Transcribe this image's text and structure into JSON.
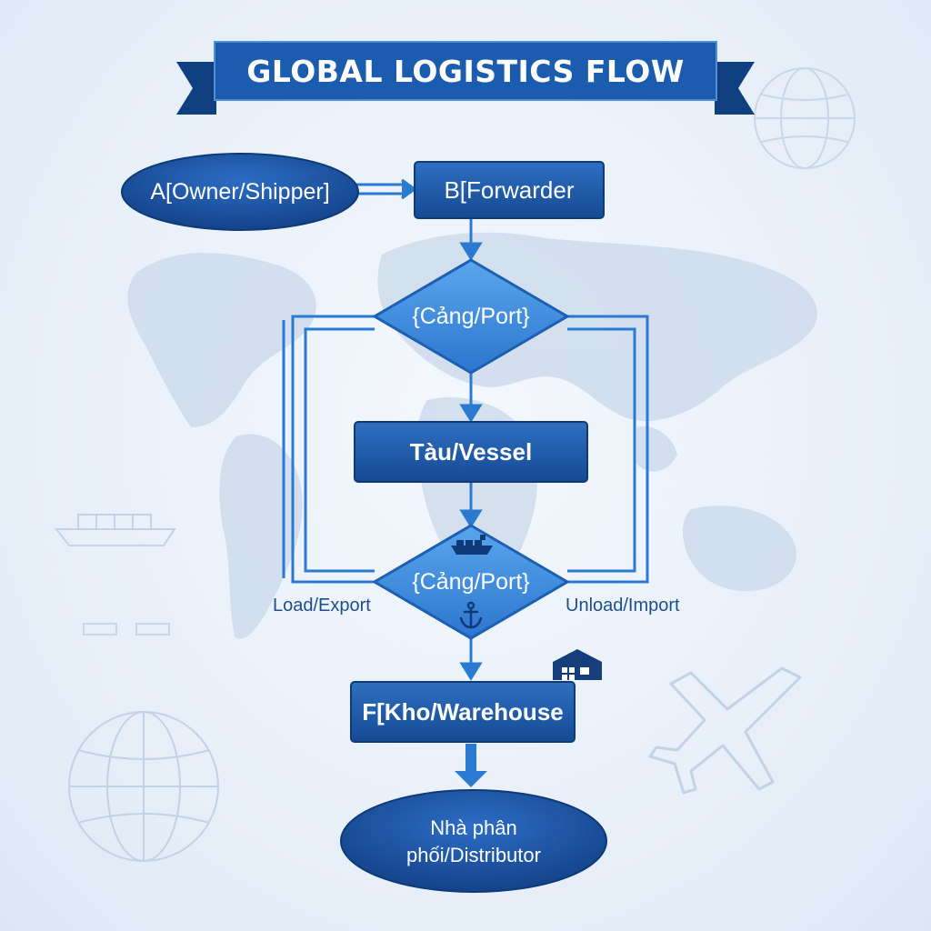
{
  "title": "GLOBAL LOGISTICS FLOW",
  "nodes": {
    "owner": "A[Owner/Shipper]",
    "forwarder": "B[Forwarder",
    "port_top": "{Cảng/Port}",
    "vessel": "Tàu/Vessel",
    "port_bottom": "{Cảng/Port}",
    "warehouse": "F[Kho/Warehouse",
    "distributor_line1": "Nhà phân",
    "distributor_line2": "phối/Distributor"
  },
  "edge_labels": {
    "left": "Load/Export",
    "right": "Unload/Import"
  },
  "colors": {
    "banner": "#1c5cae",
    "banner_dark": "#0f3f80",
    "node_fill": "#1a5aab",
    "node_dark": "#124487",
    "diamond_fill": "#3d8ddf",
    "arrow": "#2b7ad1",
    "edge_label": "#1f4e8c"
  },
  "icons": [
    "ship-icon",
    "anchor-icon",
    "warehouse-icon",
    "globe-icon",
    "airplane-icon",
    "world-map"
  ]
}
